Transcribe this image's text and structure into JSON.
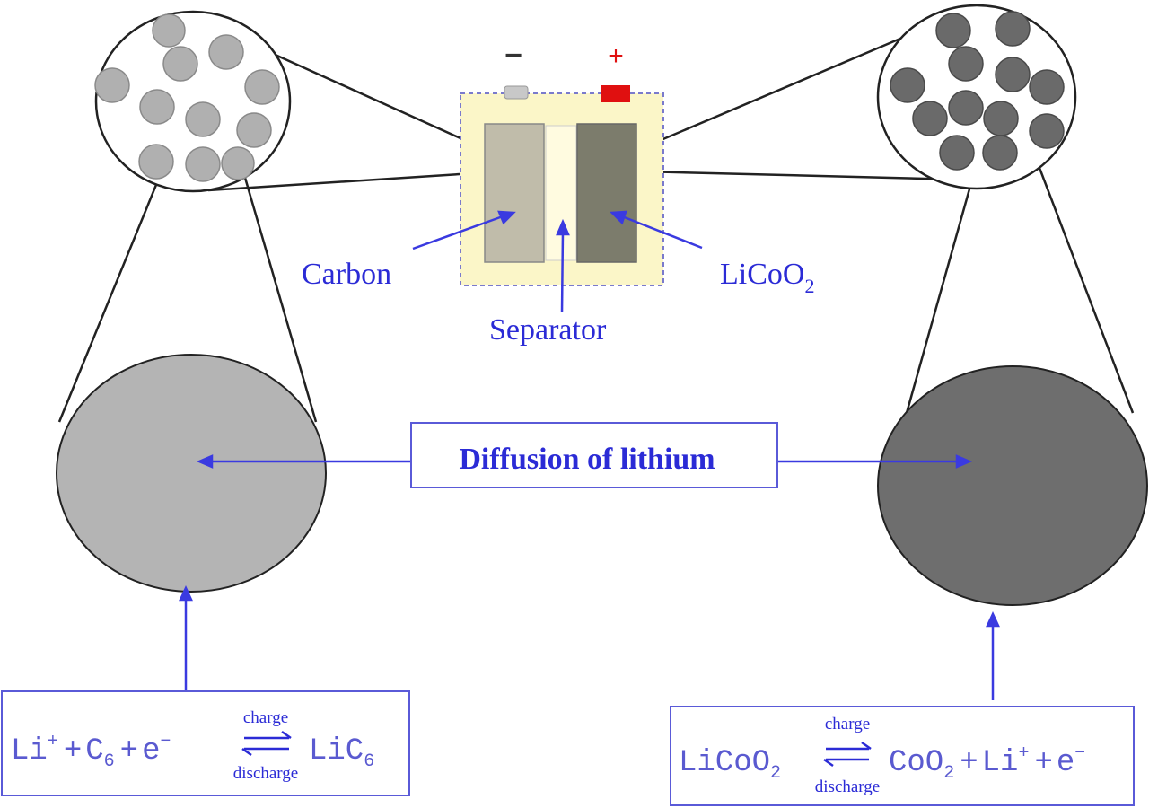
{
  "terminals": {
    "negative": "−",
    "positive": "+"
  },
  "labels": {
    "carbon": "Carbon",
    "licoo2_main": "LiCoO",
    "licoo2_sub": "2",
    "separator": "Separator",
    "diffusion": "Diffusion of lithium"
  },
  "equation_left": {
    "li": "Li",
    "li_sup": "+",
    "plus1": "+",
    "c": "C",
    "c_sub": "6",
    "plus2": "+",
    "e": "e",
    "e_sup": "−",
    "product": "LiC",
    "product_sub": "6",
    "charge": "charge",
    "discharge": "discharge"
  },
  "equation_right": {
    "reactant": "LiCoO",
    "reactant_sub": "2",
    "co": "CoO",
    "co_sub": "2",
    "plus1": "+",
    "li": "Li",
    "li_sup": "+",
    "plus2": "+",
    "e": "e",
    "e_sup": "−",
    "charge": "charge",
    "discharge": "discharge"
  },
  "colors": {
    "label_blue": "#2b2bd6",
    "anode_gray": "#b4b4b4",
    "cathode_gray": "#6e6e6e",
    "battery_bg": "#fbf6c8",
    "terminal_red": "#e01010"
  }
}
